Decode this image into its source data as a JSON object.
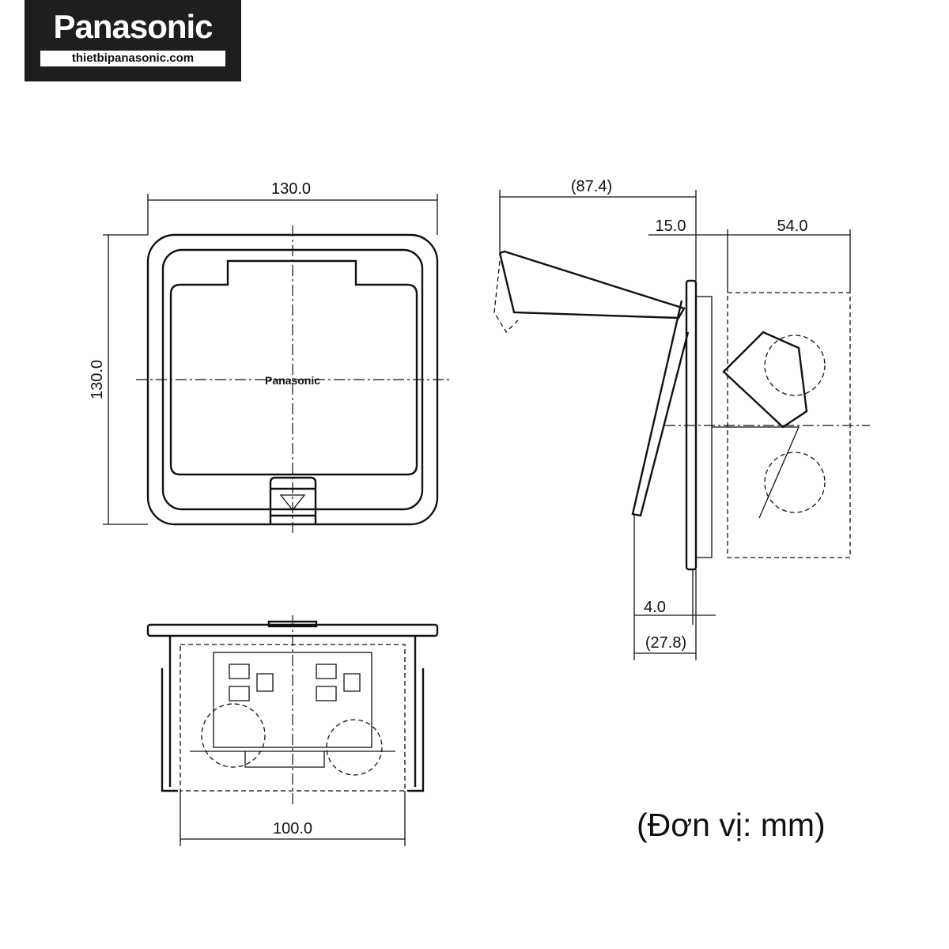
{
  "logo": {
    "brand": "Panasonic",
    "url": "thietbipanasonic.com"
  },
  "front_view": {
    "width_dim": "130.0",
    "height_dim": "130.0",
    "cover_brand": "Panasonic"
  },
  "side_view": {
    "open_lid_dim": "(87.4)",
    "plate_dim": "15.0",
    "box_depth_dim": "54.0",
    "flange_dim": "4.0",
    "lid_thickness_dim": "(27.8)"
  },
  "bottom_view": {
    "width_dim": "100.0"
  },
  "unit_note": "(Đơn vị: mm)"
}
